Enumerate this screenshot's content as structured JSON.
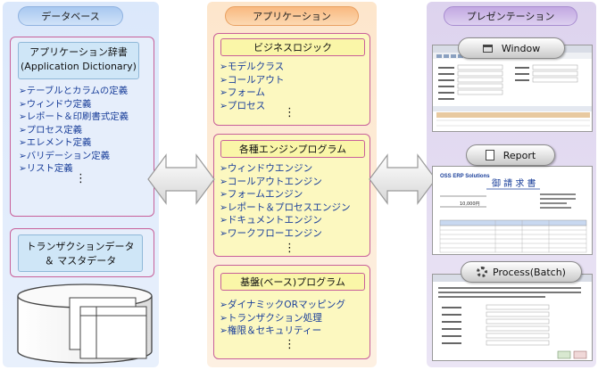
{
  "columns": {
    "database": "データベース",
    "application": "アプリケーション",
    "presentation": "プレゼンテーション"
  },
  "db_dictionary": {
    "title_line1": "アプリケーション辞書",
    "title_line2": "(Application Dictionary)",
    "items": [
      "テーブルとカラムの定義",
      "ウィンドウ定義",
      "レポート＆印刷書式定義",
      "プロセス定義",
      "エレメント定義",
      "バリデーション定義",
      "リスト定義"
    ],
    "more": "⋮"
  },
  "db_transaction": {
    "line1": "トランザクションデータ",
    "line2": "＆ マスタデータ"
  },
  "app_business": {
    "title": "ビジネスロジック",
    "items": [
      "モデルクラス",
      "コールアウト",
      "フォーム",
      "プロセス"
    ],
    "more": "⋮"
  },
  "app_engines": {
    "title": "各種エンジンプログラム",
    "items": [
      "ウィンドウエンジン",
      "コールアウトエンジン",
      "フォームエンジン",
      "レポート＆プロセスエンジン",
      "ドキュメントエンジン",
      "ワークフローエンジン"
    ],
    "more": "⋮"
  },
  "app_base": {
    "title": "基盤(ベース)プログラム",
    "items": [
      "ダイナミックORマッピング",
      "トランザクション処理",
      "権限＆セキュリティー"
    ],
    "more": "⋮"
  },
  "presentation": {
    "window_label": "Window",
    "report_label": "Report",
    "process_label": "Process(Batch)",
    "report_doc": {
      "heading": "御 請 求 書",
      "company": "OSS ERP Solutions",
      "amount": "10,000円"
    }
  },
  "colors": {
    "border_pink": "#c8609a",
    "list_text": "#1a3f9a",
    "note_yellow": "#fcf8c0"
  }
}
